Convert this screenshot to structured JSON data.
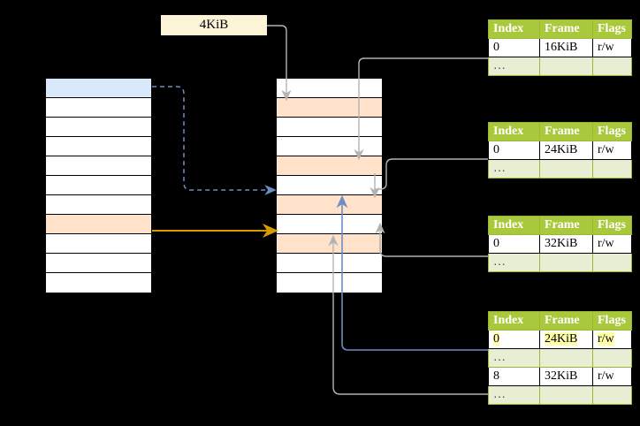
{
  "diagram": {
    "title_box": {
      "label": "4KiB"
    },
    "left_column": {
      "name": "source-memory-column",
      "rows": [
        {
          "label": "",
          "fill": "blue"
        },
        {
          "label": "",
          "fill": "white"
        },
        {
          "label": "",
          "fill": "white"
        },
        {
          "label": "",
          "fill": "white"
        },
        {
          "label": "",
          "fill": "white"
        },
        {
          "label": "",
          "fill": "white"
        },
        {
          "label": "",
          "fill": "white"
        },
        {
          "label": "",
          "fill": "peach"
        },
        {
          "label": "",
          "fill": "white"
        },
        {
          "label": "",
          "fill": "white"
        },
        {
          "label": "",
          "fill": "white"
        }
      ]
    },
    "middle_column": {
      "name": "physical-memory-column",
      "rows": [
        {
          "label": "",
          "fill": "white"
        },
        {
          "label": "",
          "fill": "peach"
        },
        {
          "label": "",
          "fill": "white"
        },
        {
          "label": "",
          "fill": "white"
        },
        {
          "label": "",
          "fill": "peach"
        },
        {
          "label": "",
          "fill": "white"
        },
        {
          "label": "",
          "fill": "peach"
        },
        {
          "label": "",
          "fill": "white"
        },
        {
          "label": "",
          "fill": "peach"
        },
        {
          "label": "",
          "fill": "white"
        },
        {
          "label": "",
          "fill": "white"
        }
      ]
    },
    "tables": [
      {
        "name": "page-table-level-1",
        "headers": [
          "Index",
          "Frame",
          "Flags"
        ],
        "rows": [
          {
            "type": "data",
            "cells": [
              "0",
              "16KiB",
              "r/w"
            ],
            "highlight": [
              false,
              false,
              false
            ]
          },
          {
            "type": "ellipsis",
            "cells": [
              "…",
              "",
              ""
            ],
            "highlight": [
              false,
              false,
              false
            ]
          }
        ]
      },
      {
        "name": "page-table-level-2",
        "headers": [
          "Index",
          "Frame",
          "Flags"
        ],
        "rows": [
          {
            "type": "data",
            "cells": [
              "0",
              "24KiB",
              "r/w"
            ],
            "highlight": [
              false,
              false,
              false
            ]
          },
          {
            "type": "ellipsis",
            "cells": [
              "…",
              "",
              ""
            ],
            "highlight": [
              false,
              false,
              false
            ]
          }
        ]
      },
      {
        "name": "page-table-level-3",
        "headers": [
          "Index",
          "Frame",
          "Flags"
        ],
        "rows": [
          {
            "type": "data",
            "cells": [
              "0",
              "32KiB",
              "r/w"
            ],
            "highlight": [
              false,
              false,
              false
            ]
          },
          {
            "type": "ellipsis",
            "cells": [
              "…",
              "",
              ""
            ],
            "highlight": [
              false,
              false,
              false
            ]
          }
        ]
      },
      {
        "name": "page-table-level-4",
        "headers": [
          "Index",
          "Frame",
          "Flags"
        ],
        "rows": [
          {
            "type": "data",
            "cells": [
              "0",
              "24KiB",
              "r/w"
            ],
            "highlight": [
              true,
              true,
              true
            ]
          },
          {
            "type": "ellipsis",
            "cells": [
              "…",
              "",
              ""
            ],
            "highlight": [
              false,
              false,
              false
            ]
          },
          {
            "type": "data",
            "cells": [
              "8",
              "32KiB",
              "r/w"
            ],
            "highlight": [
              false,
              false,
              false
            ]
          },
          {
            "type": "ellipsis",
            "cells": [
              "…",
              "",
              ""
            ],
            "highlight": [
              false,
              false,
              false
            ]
          }
        ]
      }
    ],
    "colors": {
      "header_green": "#aac83c",
      "ellipsis_green": "#e8eed4",
      "blue_fill": "#dae8fc",
      "peach_fill": "#ffe2c9",
      "size_box": "#fdf3d7",
      "highlight_yellow": "#ffffaa",
      "blue_arrow": "#6c8ebf",
      "orange_arrow": "#d79b00",
      "gray_arrow": "#b3b3b3",
      "background": "#000000"
    },
    "connectors": [
      {
        "name": "virtual-page-to-frame-dashed",
        "style": "dashed",
        "color": "#6c8ebf"
      },
      {
        "name": "virtual-page-to-frame-solid",
        "style": "solid",
        "color": "#d79b00"
      },
      {
        "name": "size-box-to-frame",
        "style": "solid",
        "color": "#b3b3b3"
      },
      {
        "name": "level1-entry-to-frame",
        "style": "solid",
        "color": "#b3b3b3"
      },
      {
        "name": "level2-entry-to-frame",
        "style": "solid",
        "color": "#b3b3b3"
      },
      {
        "name": "level3-entry-to-frame",
        "style": "solid",
        "color": "#b3b3b3"
      },
      {
        "name": "level4-entry-0-to-frame",
        "style": "solid",
        "color": "#6c8ebf"
      },
      {
        "name": "level4-entry-8-to-frame",
        "style": "solid",
        "color": "#b3b3b3"
      }
    ]
  }
}
